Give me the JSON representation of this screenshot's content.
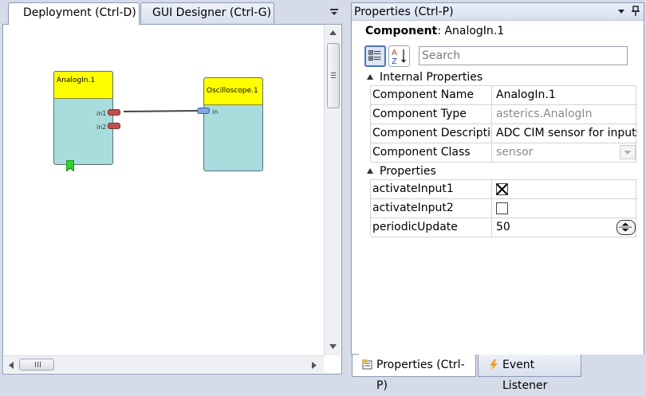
{
  "tabs": [
    {
      "label": "Deployment (Ctrl-D)"
    },
    {
      "label": "GUI Designer (Ctrl-G)"
    }
  ],
  "deployment": {
    "components": [
      {
        "name": "AnalogIn.1",
        "ports_out": [
          "in1",
          "in2"
        ]
      },
      {
        "name": "Oscilloscope.1",
        "ports_in": [
          "in"
        ]
      }
    ]
  },
  "properties_panel": {
    "title": "Properties (Ctrl-P)",
    "component_label": "Component",
    "component_name": "AnalogIn.1",
    "search_placeholder": "Search",
    "sections": [
      {
        "title": "Internal Properties",
        "rows": [
          {
            "name": "Component Name",
            "value": "AnalogIn.1"
          },
          {
            "name": "Component Type",
            "value": "asterics.AnalogIn"
          },
          {
            "name": "Component Descriptic",
            "value": "ADC CIM sensor for inputs"
          },
          {
            "name": "Component Class",
            "value": "sensor"
          }
        ]
      },
      {
        "title": "Properties",
        "rows": [
          {
            "name": "activateInput1",
            "value": "",
            "checked": true
          },
          {
            "name": "activateInput2",
            "value": "",
            "checked": false
          },
          {
            "name": "periodicUpdate",
            "value": "50"
          }
        ]
      }
    ]
  },
  "bottom_tabs": [
    {
      "label": "Properties (Ctrl-P)"
    },
    {
      "label": "Event Listener"
    }
  ],
  "colors": {
    "component_title": "#ffff00",
    "component_body": "#a9dcdc",
    "output_port": "#c0504d",
    "input_port": "#7fa6e0",
    "event_flag": "#2fd12f",
    "chrome": "#d6dbe9"
  }
}
